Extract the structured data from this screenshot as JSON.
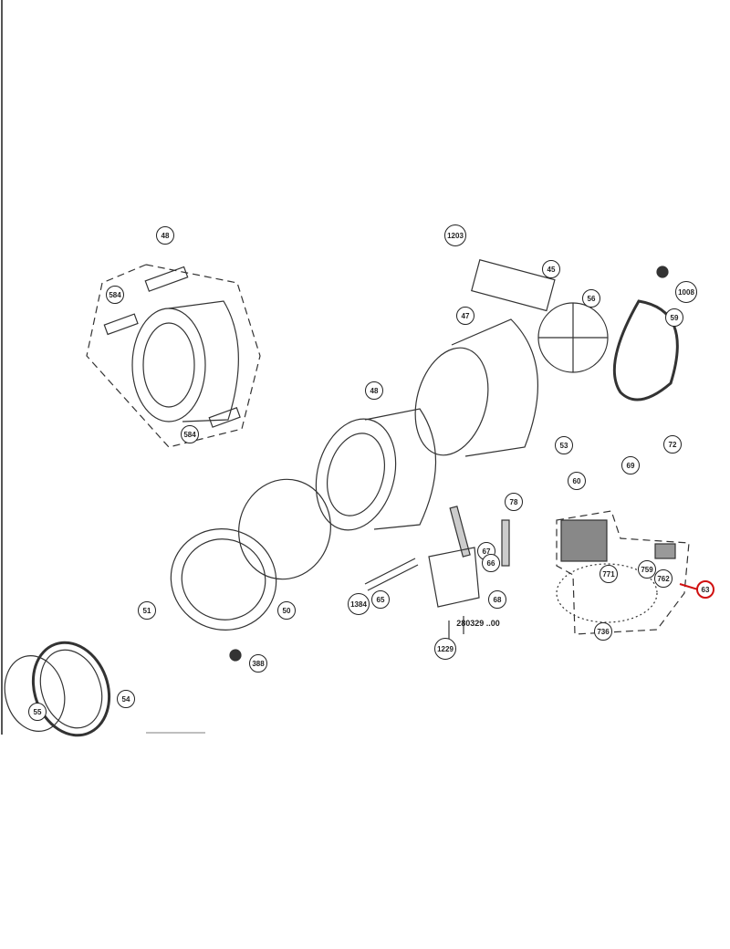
{
  "diagram": {
    "type": "exploded-parts-diagram",
    "callouts": {
      "drum_top": "48",
      "paddle_a": "584",
      "paddle_b": "584",
      "screws": "1203",
      "bracket": "45",
      "cap": "1008",
      "tub_rear": "47",
      "spider": "56",
      "belt": "59",
      "drum": "48",
      "springs": "53",
      "clip": "72",
      "plug": "60",
      "bushing": "69",
      "screws_78": "78",
      "damper_67": "67",
      "damper_66": "66",
      "heater_1384": "1384",
      "heater_65": "65",
      "counterweight": "68",
      "screw_1229": "1229",
      "tub_front": "50",
      "clips_51": "51",
      "plug_388": "388",
      "door_ring": "54",
      "gasket": "55",
      "brush_771": "771",
      "part_759": "759",
      "part_762": "762",
      "kit_736": "736",
      "motor": "63"
    },
    "part_code": "280329 ..00",
    "highlight_color": "#d01010"
  }
}
